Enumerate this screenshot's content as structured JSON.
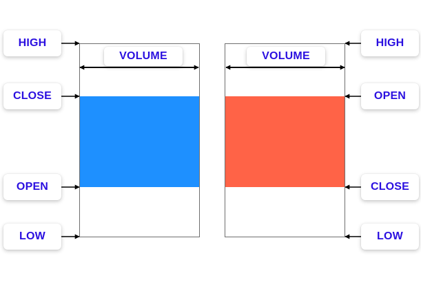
{
  "colors": {
    "label_text": "#2a0fe0",
    "bullish_body": "#1e90ff",
    "bearish_body": "#ff6347",
    "outline": "#6e6e6e",
    "arrow": "#000000"
  },
  "bullish": {
    "volume_label": "VOLUME",
    "labels": {
      "high": "HIGH",
      "close": "CLOSE",
      "open": "OPEN",
      "low": "LOW"
    }
  },
  "bearish": {
    "volume_label": "VOLUME",
    "labels": {
      "high": "HIGH",
      "open": "OPEN",
      "close": "CLOSE",
      "low": "LOW"
    }
  }
}
